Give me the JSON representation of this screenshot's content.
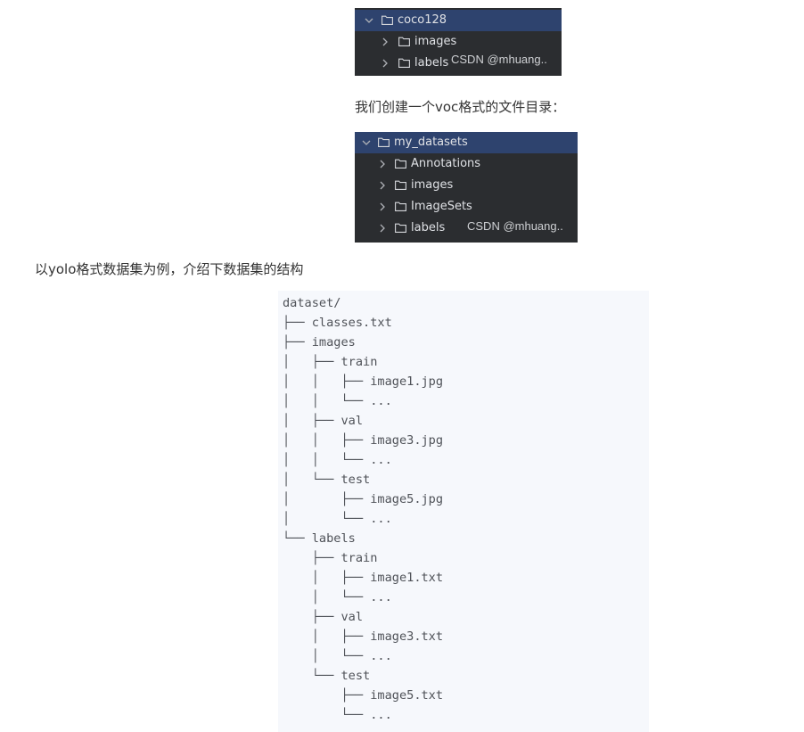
{
  "shot1": {
    "rows": [
      {
        "label": "coco128",
        "expanded": true,
        "selected": true
      },
      {
        "label": "images",
        "expanded": false,
        "selected": false
      },
      {
        "label": "labels",
        "expanded": false,
        "selected": false
      }
    ],
    "watermark": "CSDN @mhuang.."
  },
  "text1": "我们创建一个voc格式的文件目录：",
  "shot2": {
    "rows": [
      {
        "label": "my_datasets",
        "expanded": true,
        "selected": true
      },
      {
        "label": "Annotations",
        "expanded": false,
        "selected": false
      },
      {
        "label": "images",
        "expanded": false,
        "selected": false
      },
      {
        "label": "ImageSets",
        "expanded": false,
        "selected": false
      },
      {
        "label": "labels",
        "expanded": false,
        "selected": false
      }
    ],
    "watermark": "CSDN @mhuang.."
  },
  "text2": "以yolo格式数据集为例，介绍下数据集的结构",
  "code": "dataset/\n├── classes.txt\n├── images\n│   ├── train\n│   │   ├── image1.jpg\n│   │   └── ...\n│   ├── val\n│   │   ├── image3.jpg\n│   │   └── ...\n│   └── test\n│       ├── image5.jpg\n│       └── ...\n└── labels\n    ├── train\n    │   ├── image1.txt\n    │   └── ...\n    ├── val\n    │   ├── image3.txt\n    │   └── ...\n    └── test\n        ├── image5.txt\n        └── ...",
  "icons": {
    "folder": "folder-icon",
    "chevron_expanded": "chevron-down-icon",
    "chevron_collapsed": "chevron-right-icon"
  },
  "colors": {
    "panel_bg": "#2b2d30",
    "selected_row": "#2e436e",
    "tree_text": "#dfe1e5",
    "code_bg": "#f6f8fc",
    "code_text": "#4f5258",
    "body_text": "#333333"
  }
}
